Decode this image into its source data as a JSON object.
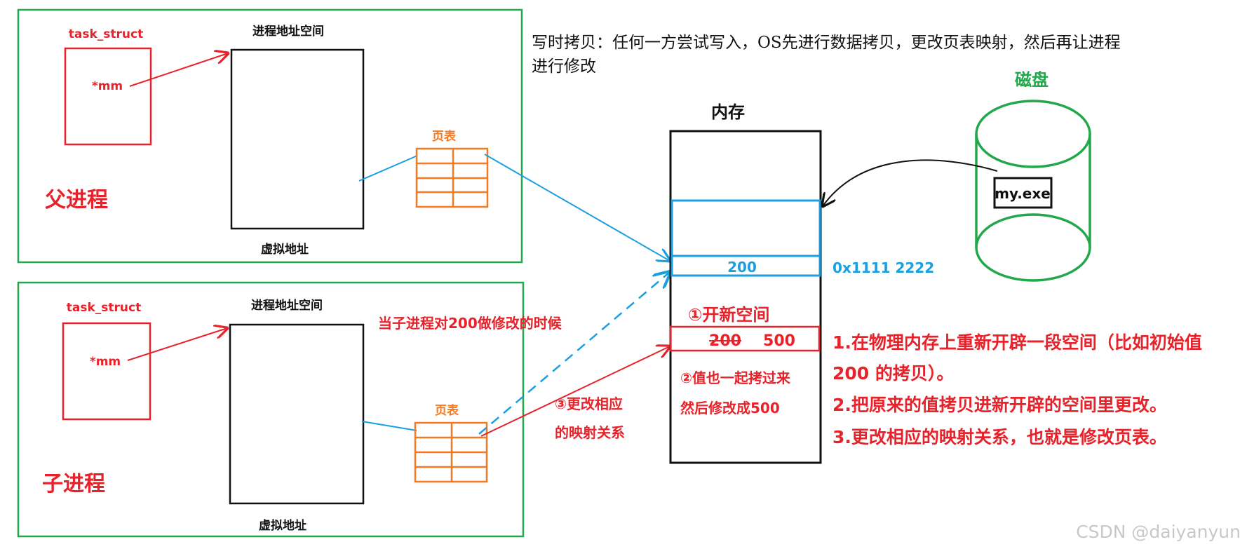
{
  "parent": {
    "task_struct": "task_struct",
    "mm": "*mm",
    "address_space": "进程地址空间",
    "virtual_address": "虚拟地址",
    "page_table": "页表",
    "title": "父进程"
  },
  "child": {
    "task_struct": "task_struct",
    "mm": "*mm",
    "address_space": "进程地址空间",
    "virtual_address": "虚拟地址",
    "page_table": "页表",
    "title": "子进程",
    "modify_note": "当子进程对200做修改的时候",
    "remap_line1": "③更改相应",
    "remap_line2": "的映射关系"
  },
  "cow": {
    "definition_line1": "写时拷贝：任何一方尝试写入，OS先进行数据拷贝，更改页表映射，然后再让进程",
    "definition_line2": "进行修改"
  },
  "memory": {
    "title": "内存",
    "value": "200",
    "address": "0x1111 2222",
    "new_space": "①开新空间",
    "old_value": "200",
    "new_value": "500",
    "copy_line1": "②值也一起拷过来",
    "copy_line2": "然后修改成500"
  },
  "disk": {
    "title": "磁盘",
    "file": "my.exe"
  },
  "steps": {
    "step1_line1": "1.在物理内存上重新开辟一段空间（比如初始值",
    "step1_line2": "200 的拷贝）。",
    "step2": "2.把原来的值拷贝进新开辟的空间里更改。",
    "step3": "3.更改相应的映射关系，也就是修改页表。"
  },
  "watermark": "CSDN @daiyanyun",
  "colors": {
    "red": "#e8222a",
    "green": "#22a84a",
    "blue": "#1a9fe0",
    "orange": "#f47920",
    "black": "#111111"
  }
}
